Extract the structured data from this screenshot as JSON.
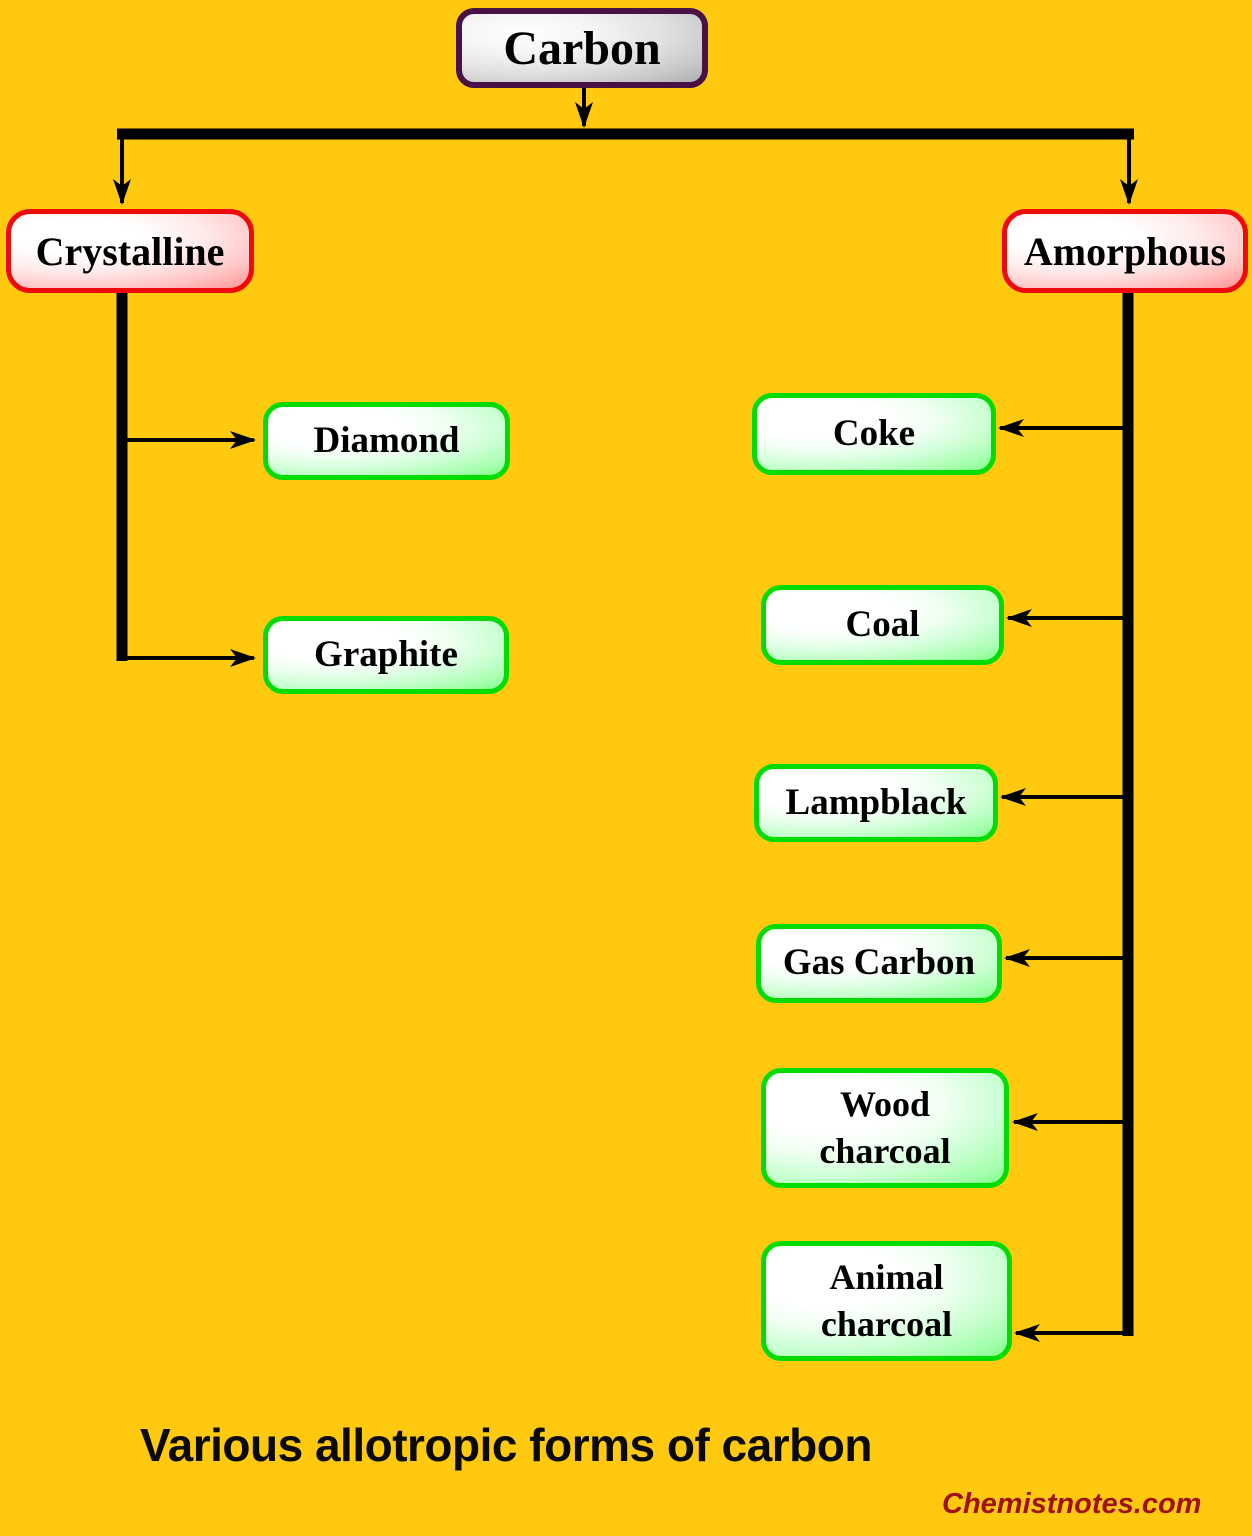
{
  "diagram": {
    "root": {
      "label": "Carbon"
    },
    "branches": {
      "crystalline": {
        "label": "Crystalline",
        "children": {
          "diamond": "Diamond",
          "graphite": "Graphite"
        }
      },
      "amorphous": {
        "label": "Amorphous",
        "children": {
          "coke": "Coke",
          "coal": "Coal",
          "lampblack": "Lampblack",
          "gas_carbon": "Gas Carbon",
          "wood_charcoal": "Wood charcoal",
          "animal_charcoal": "Animal charcoal"
        }
      }
    },
    "caption": "Various allotropic forms of carbon",
    "watermark": "Chemistnotes.com",
    "colors": {
      "background": "#FEC90E",
      "root_border": "#4A1145",
      "category_border": "#EF0A0A",
      "leaf_border": "#00DC00",
      "connector": "#000000",
      "watermark_text": "#A01212"
    }
  }
}
